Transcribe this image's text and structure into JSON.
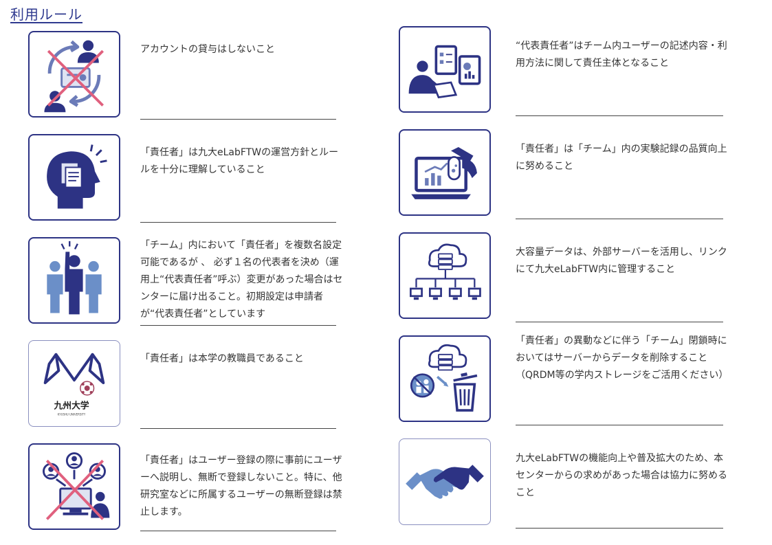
{
  "title": "利用ルール",
  "accent_color": "#2d3384",
  "left_rules": [
    {
      "text": "アカウントの貸与はしないこと",
      "icon": "account-no-lending-icon"
    },
    {
      "text": "「責任者」は九大eLabFTWの運営方針とルールを十分に理解していること",
      "icon": "head-with-documents-icon"
    },
    {
      "text": "「チーム」内において「責任者」を複数名設定可能であるが 、 必ず１名の代表者を決め（運用上“代表責任者”呼ぶ）変更があった場合はセンターに届け出ること。初期設定は申請者が“代表責任者”としています",
      "icon": "people-raising-hand-icon"
    },
    {
      "text": "「責任者」は本学の教職員であること",
      "icon": "kyushu-university-staff-icon"
    },
    {
      "text": "「責任者」はユーザー登録の際に事前にユーザーへ説明し、無断で登録しないこと。特に、他研究室などに所属するユーザーの無断登録は禁止します。",
      "icon": "no-unauthorized-registration-icon"
    }
  ],
  "right_rules": [
    {
      "text": "“代表責任者”はチーム内ユーザーの記述内容・利用方法に関して責任主体となること",
      "icon": "person-with-tablets-icon"
    },
    {
      "text": "「責任者」は「チーム」内の実験記録の品質向上に努めること",
      "icon": "laptop-with-flask-icon"
    },
    {
      "text": "大容量データは、外部サーバーを活用し、リンクにて九大eLabFTW内に管理すること",
      "icon": "cloud-server-network-icon"
    },
    {
      "text": "「責任者」の異動などに伴う「チーム」閉鎖時においてはサーバーからデータを削除すること（QRDM等の学内ストレージをご活用ください）",
      "icon": "cloud-data-delete-icon"
    },
    {
      "text": "九大eLabFTWの機能向上や普及拡大のため、本センターからの求めがあった場合は協力に努めること",
      "icon": "handshake-icon"
    }
  ],
  "kyushu_logo": {
    "kanji": "九州大学",
    "roman": "KYUSHU UNIVERSITY"
  }
}
